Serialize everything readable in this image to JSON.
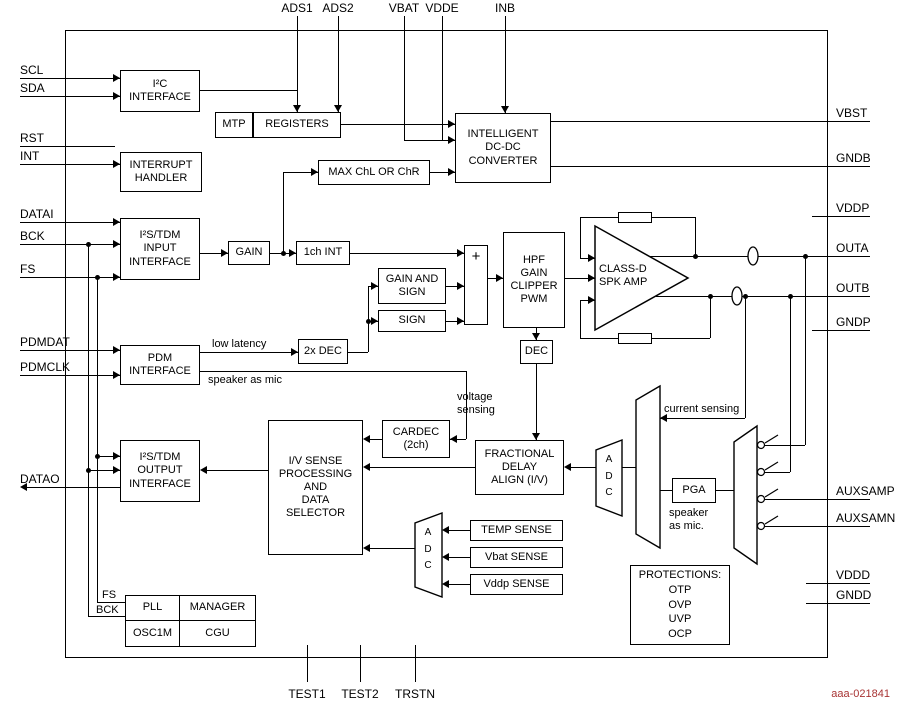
{
  "figure_id": "aaa-021841",
  "colors": {
    "line": "#000000",
    "background": "#ffffff",
    "figure_id_text": "#a83434"
  },
  "pins": {
    "top": [
      "ADS1",
      "ADS2",
      "VBAT",
      "VDDE",
      "INB"
    ],
    "left": [
      "SCL",
      "SDA",
      "RST",
      "INT",
      "DATAI",
      "BCK",
      "FS",
      "PDMDAT",
      "PDMCLK",
      "DATAO"
    ],
    "right": [
      "VBST",
      "GNDB",
      "VDDP",
      "OUTA",
      "OUTB",
      "GNDP",
      "AUXSAMP",
      "AUXSAMN",
      "VDDD",
      "GNDD"
    ],
    "bottom": [
      "TEST1",
      "TEST2",
      "TRSTN"
    ]
  },
  "blocks": {
    "i2c": "I²C\nINTERFACE",
    "mtp": "MTP",
    "registers": "REGISTERS",
    "dcdc": "INTELLIGENT\nDC-DC\nCONVERTER",
    "interrupt_handler": "INTERRUPT\nHANDLER",
    "max_ch": "MAX ChL OR ChR",
    "i2s_in": "I²S/TDM\nINPUT\nINTERFACE",
    "gain": "GAIN",
    "int_1ch": "1ch INT",
    "gain_and_sign": "GAIN AND\nSIGN",
    "sign": "SIGN",
    "sum": "+",
    "pwm_chain": "HPF\nGAIN\nCLIPPER\nPWM",
    "class_d": "CLASS-D\nSPK AMP",
    "dec": "DEC",
    "pdm": "PDM\nINTERFACE",
    "dec_2x": "2x DEC",
    "cardec": "CARDEC\n(2ch)",
    "fda": "FRACTIONAL\nDELAY\nALIGN (I/V)",
    "adc_iv": "A\nD\nC",
    "adc_aux": "A\nD\nC",
    "pga": "PGA",
    "i2s_out": "I²S/TDM\nOUTPUT\nINTERFACE",
    "iv_sense": "I/V SENSE\nPROCESSING\nAND\nDATA\nSELECTOR",
    "temp_sense": "TEMP SENSE",
    "vbat_sense": "Vbat SENSE",
    "vddp_sense": "Vddp SENSE",
    "protections": "PROTECTIONS:\nOTP\nOVP\nUVP\nOCP",
    "pll": "PLL",
    "manager": "MANAGER",
    "osc1m": "OSC1M",
    "cgu": "CGU"
  },
  "labels": {
    "low_latency": "low latency",
    "speaker_as_mic": "speaker as mic",
    "voltage_sensing": "voltage\nsensing",
    "current_sensing": "current sensing",
    "speaker_as_mic_2": "speaker\nas mic.",
    "fs_internal": "FS",
    "bck_internal": "BCK"
  }
}
